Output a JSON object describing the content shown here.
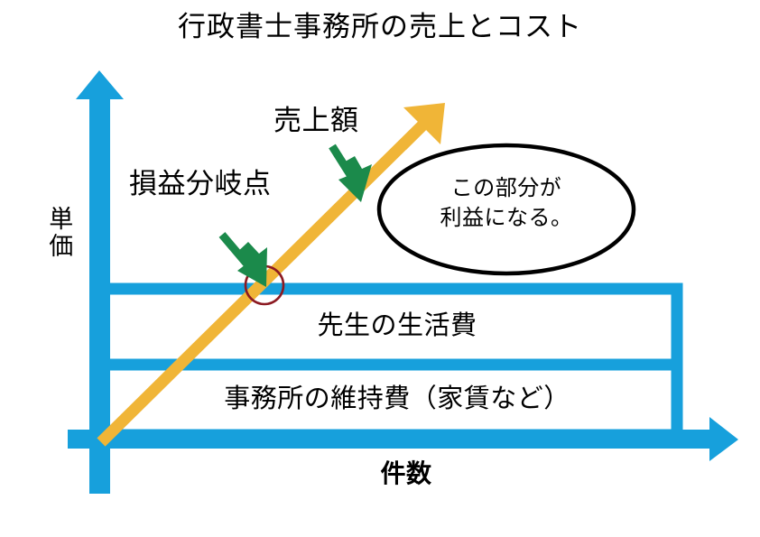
{
  "chart_data": {
    "type": "line",
    "title": "行政書士事務所の売上とコスト",
    "xlabel": "件数",
    "ylabel": "単価",
    "grid": false,
    "legend": "none",
    "axis_color": "#17A0DC",
    "series": [
      {
        "name": "売上額",
        "type": "line",
        "color": "#F0B game",
        "description": "原点から右上に伸びる直線（矢印付き）",
        "x": [
          0,
          100
        ],
        "y": [
          0,
          100
        ]
      },
      {
        "name": "事務所の維持費（家賃など）",
        "type": "fixed-cost-band",
        "color": "#17A0DC",
        "y_from": 0,
        "y_to": 33
      },
      {
        "name": "先生の生活費",
        "type": "fixed-cost-band",
        "color": "#17A0DC",
        "y_from": 33,
        "y_to": 66
      }
    ],
    "annotations": [
      {
        "label": "損益分岐点",
        "kind": "arrow-callout",
        "color": "#1B8A4B"
      },
      {
        "label": "売上額",
        "kind": "arrow-callout",
        "color": "#1B8A4B"
      },
      {
        "label": "この部分が\n利益になる。",
        "kind": "ellipse-callout",
        "color": "#000000"
      },
      {
        "label": "break-even-marker",
        "kind": "circle-marker",
        "color": "#8C1A22"
      }
    ]
  },
  "title": "行政書士事務所の売上とコスト",
  "axes": {
    "y_label": "単価",
    "x_label": "件数",
    "color": "#17A0DC"
  },
  "annotations": {
    "revenue_label": "売上額",
    "breakeven_label": "損益分岐点",
    "callout_line1": "この部分が",
    "callout_line2": "利益になる。",
    "callout_text": "この部分が\n利益になる。"
  },
  "cost_boxes": [
    {
      "label": "先生の生活費"
    },
    {
      "label": "事務所の維持費（家賃など）"
    }
  ],
  "colors": {
    "axis_blue": "#17A0DC",
    "revenue_orange": "#F0B537",
    "callout_green": "#1B8A4B",
    "marker_red": "#8C1A22",
    "ellipse_black": "#000000",
    "background": "#FFFFFF",
    "text": "#000000"
  }
}
